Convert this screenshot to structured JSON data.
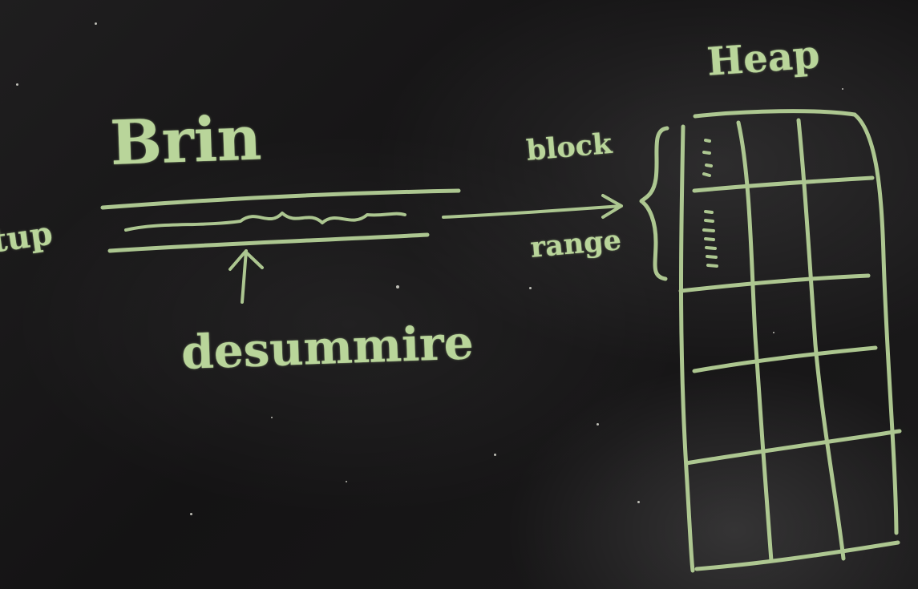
{
  "board": {
    "title": "Brin",
    "heap_label": "Heap",
    "block_label": "block",
    "range_label": "range",
    "left_label": "tup",
    "bottom_label": "desummire",
    "chalk_color": "#b9d59a",
    "background_color": "#171617"
  }
}
